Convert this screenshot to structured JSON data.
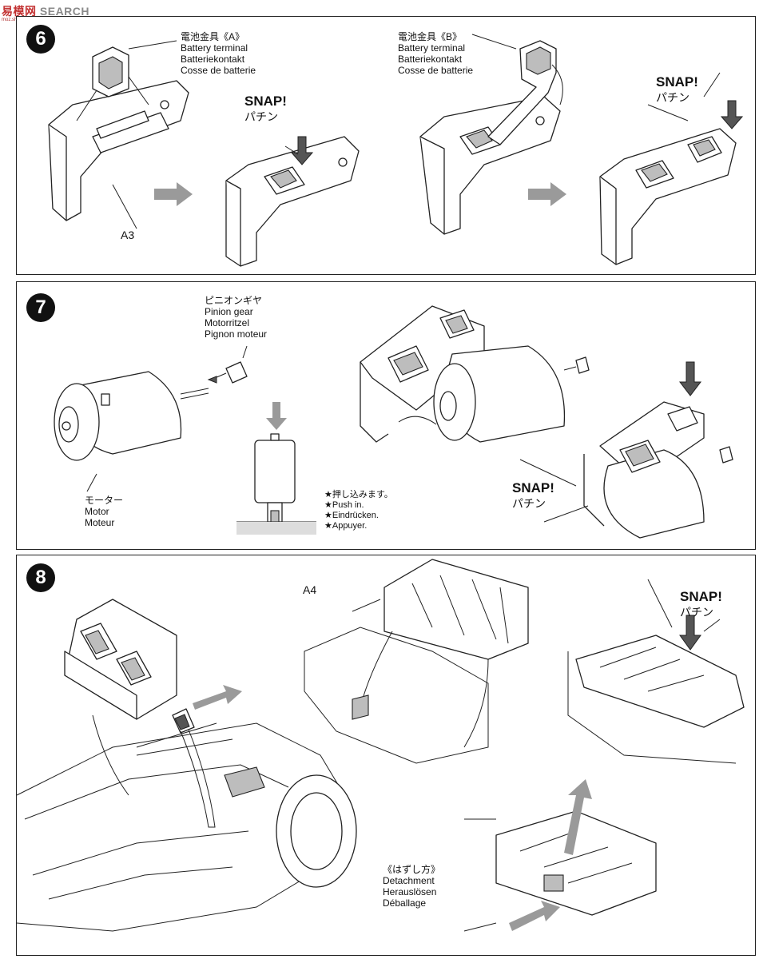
{
  "watermark": {
    "logo": "易",
    "brand": "模网",
    "search": "SEARCH",
    "url": "moz.shop.com"
  },
  "step6": {
    "number": "6",
    "terminal_a": [
      "電池金具《A》",
      "Battery terminal",
      "Batteriekontakt",
      "Cosse de batterie"
    ],
    "terminal_b": [
      "電池金具《B》",
      "Battery terminal",
      "Batteriekontakt",
      "Cosse de batterie"
    ],
    "part_a3": "A3",
    "snap_1": "SNAP!",
    "snap_1_jp": "パチン",
    "snap_2": "SNAP!",
    "snap_2_jp": "パチン"
  },
  "step7": {
    "number": "7",
    "pinion": [
      "ピニオンギヤ",
      "Pinion gear",
      "Motorritzel",
      "Pignon moteur"
    ],
    "motor": [
      "モーター",
      "Motor",
      "Moteur"
    ],
    "push": [
      "★押し込みます。",
      "★Push in.",
      "★Eindrücken.",
      "★Appuyer."
    ],
    "snap": "SNAP!",
    "snap_jp": "パチン"
  },
  "step8": {
    "number": "8",
    "part_a4": "A4",
    "snap": "SNAP!",
    "snap_jp": "パチン",
    "detach": [
      "《はずし方》",
      "Detachment",
      "Herauslösen",
      "Déballage"
    ]
  }
}
